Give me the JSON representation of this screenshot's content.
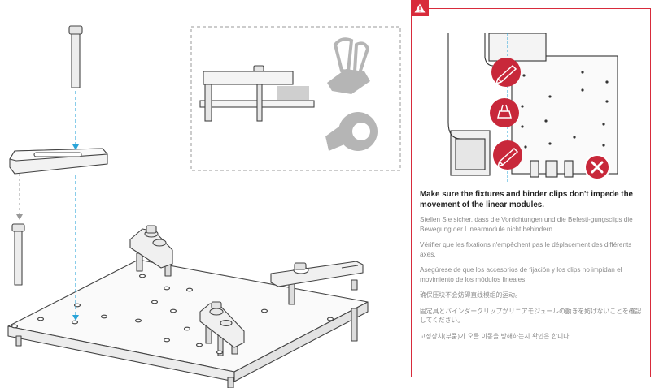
{
  "icons": {
    "warning": "warning-triangle-icon",
    "cross": "close-x-icon",
    "pencil": "pencil-icon",
    "clip": "binder-clip-icon",
    "tape": "tape-roll-icon"
  },
  "colors": {
    "accent_red": "#d82b3b",
    "guide_blue": "#2aa4d8",
    "line_gray": "#444444",
    "text_gray": "#8a8a8a"
  },
  "warning": {
    "headline": "Make sure the fixtures and binder clips don't impede the movement of the linear modules.",
    "de": "Stellen Sie sicher, dass die Vorrichtungen und die Befesti-gungsclips die Bewegung der Linearmodule nicht behindern.",
    "fr": "Vérifier que les fixations n'empêchent pas le déplacement des différents axes.",
    "es": "Asegúrese de que los accesorios de fijación y los clips no impidan el movimiento de los módulos lineales.",
    "zh": "确保压块不会妨碍直线模组的运动。",
    "ja": "固定具とバインダークリップがリニアモジュールの動きを妨げないことを確認してください。",
    "ko": "고정장치(부품)가 오들 이동을 방해하는지 확인은 합니다."
  }
}
